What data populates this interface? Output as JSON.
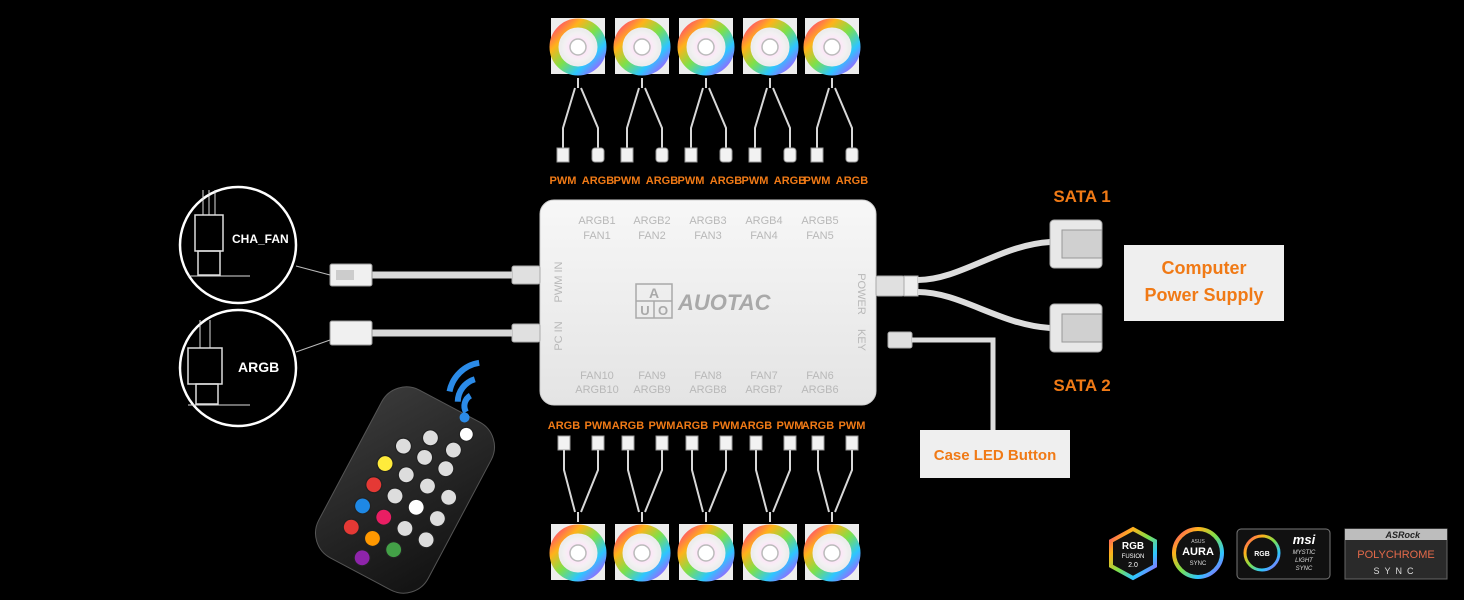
{
  "colors": {
    "background": "#000000",
    "accent_orange": "#f07a16",
    "hub_white": "#efefef"
  },
  "top_ports": [
    {
      "a": "PWM",
      "b": "ARGB"
    },
    {
      "a": "PWM",
      "b": "ARGB"
    },
    {
      "a": "PWM",
      "b": "ARGB"
    },
    {
      "a": "PWM",
      "b": "ARGB"
    },
    {
      "a": "PWM",
      "b": "ARGB"
    }
  ],
  "bottom_ports": [
    {
      "a": "ARGB",
      "b": "PWM"
    },
    {
      "a": "ARGB",
      "b": "PWM"
    },
    {
      "a": "ARGB",
      "b": "PWM"
    },
    {
      "a": "ARGB",
      "b": "PWM"
    },
    {
      "a": "ARGB",
      "b": "PWM"
    }
  ],
  "hub": {
    "top_slots": [
      {
        "l1": "ARGB1",
        "l2": "FAN1"
      },
      {
        "l1": "ARGB2",
        "l2": "FAN2"
      },
      {
        "l1": "ARGB3",
        "l2": "FAN3"
      },
      {
        "l1": "ARGB4",
        "l2": "FAN4"
      },
      {
        "l1": "ARGB5",
        "l2": "FAN5"
      }
    ],
    "bottom_slots": [
      {
        "l1": "FAN10",
        "l2": "ARGB10"
      },
      {
        "l1": "FAN9",
        "l2": "ARGB9"
      },
      {
        "l1": "FAN8",
        "l2": "ARGB8"
      },
      {
        "l1": "FAN7",
        "l2": "ARGB7"
      },
      {
        "l1": "FAN6",
        "l2": "ARGB6"
      }
    ],
    "pwm_in": "PWM IN",
    "pc_in": "PC IN",
    "power": "POWER",
    "key": "KEY",
    "brand": "AUOTAC",
    "logo_letters": [
      "A",
      "U",
      "O"
    ]
  },
  "motherboard": {
    "cha_fan_label": "CHA_FAN",
    "argb_label": "ARGB"
  },
  "sata1": "SATA 1",
  "sata2": "SATA 2",
  "power_supply": {
    "line1": "Computer",
    "line2": "Power Supply"
  },
  "case_led_button": "Case LED Button",
  "remote": {
    "wifi_icon": "wireless-signal-icon",
    "button_colors": [
      "#e53935",
      "#1e88e5",
      "#e91e63",
      "#43a047",
      "#ff9800",
      "#8e24aa",
      "#ffeb3b",
      "#ffffff"
    ]
  },
  "sync_logos": {
    "rgb_fusion": {
      "l1": "RGB",
      "l2": "FUSION",
      "l3": "2.0"
    },
    "aura": {
      "l1": "ASUS",
      "l2": "AURA",
      "l3": "SYNC"
    },
    "msi": {
      "brand": "msi",
      "badge": "RGB",
      "l1": "MYSTIC",
      "l2": "LIGHT",
      "l3": "SYNC"
    },
    "asrock": {
      "brand": "ASRock",
      "l1": "POLYCHROME",
      "l2": "SYNC"
    }
  }
}
